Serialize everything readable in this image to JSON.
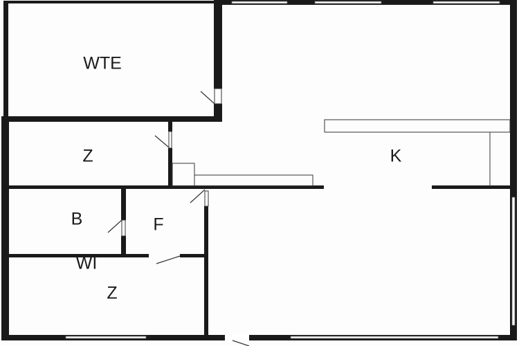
{
  "rooms": {
    "wte": "WTE",
    "bedroom_top": "Z",
    "kitchen": "K",
    "bathroom": "B",
    "f_room": "F",
    "walk_in": "WI",
    "bedroom_bottom": "Z"
  },
  "colors": {
    "wall": "#1a1a1a",
    "background": "#fdfdfd"
  }
}
